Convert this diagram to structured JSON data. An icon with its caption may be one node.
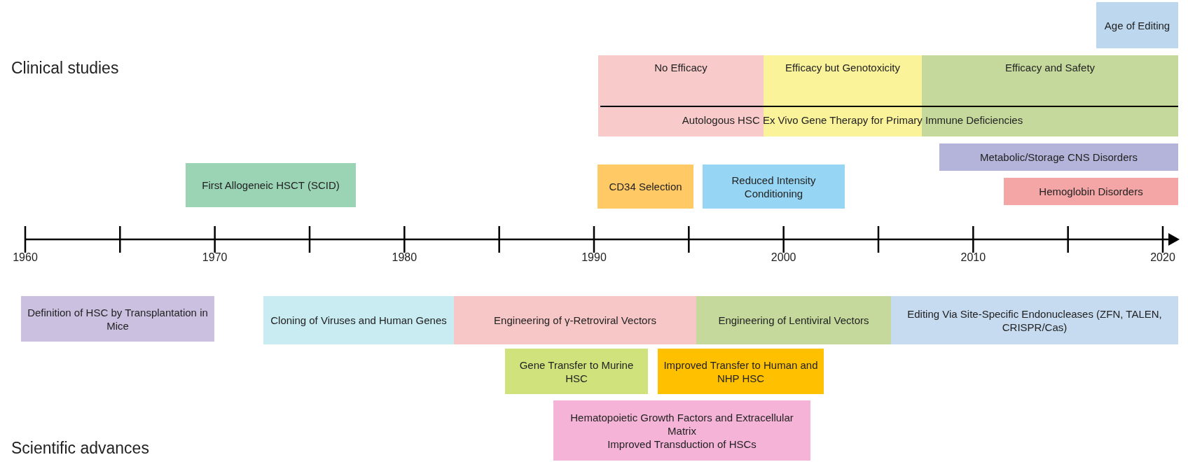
{
  "diagram": {
    "nodes": [
      {
        "text": [
          "Age of Editing"
        ]
      },
      {
        "text": [
          "No Efficacy"
        ]
      },
      {
        "text": [
          "Efficacy but Genotoxicity"
        ]
      },
      {
        "text": [
          "Efficacy and Safety"
        ]
      },
      {
        "text": [
          "Metabolic/Storage CNS Disorders"
        ]
      },
      {
        "text": [
          "Hemoglobin Disorders"
        ]
      },
      {
        "text": [
          "First Allogeneic HSCT (SCID)"
        ]
      },
      {
        "text": [
          "CD34 Selection"
        ]
      },
      {
        "text": [
          "Reduced Intensity Conditioning"
        ]
      },
      {
        "text": [
          "Definition of HSC by Transplantation in Mice"
        ]
      },
      {
        "text": [
          "Cloning of Viruses and Human Genes"
        ]
      },
      {
        "text": [
          "Engineering of γ-Retroviral Vectors"
        ]
      },
      {
        "text": [
          "Engineering of Lentiviral Vectors"
        ]
      },
      {
        "text": [
          "Editing Via Site-Specific Endonucleases (ZFN, TALEN, CRISPR/Cas)"
        ]
      },
      {
        "text": [
          "Gene Transfer to Murine HSC"
        ]
      },
      {
        "text": [
          "Improved Transfer to Human and NHP HSC"
        ]
      },
      {
        "text": [
          "Hematopoietic Growth Factors and Extracellular Matrix",
          "Improved Transduction of HSCs"
        ]
      }
    ],
    "labels": [
      "Clinical studies",
      "Autologous HSC Ex Vivo Gene Therapy for Primary Immune Deficiencies",
      "1960",
      "1970",
      "1980",
      "1990",
      "2000",
      "2010",
      "2020",
      "Scientific advances"
    ]
  }
}
